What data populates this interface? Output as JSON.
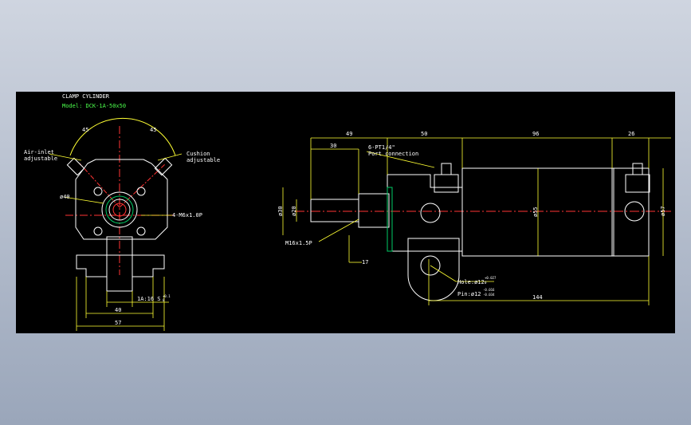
{
  "title_block": {
    "title": "CLAMP CYLINDER",
    "model": "Model: DCK-1A-50x50"
  },
  "front_view": {
    "angle_left": "45",
    "angle_right": "45",
    "label_air_inlet": [
      "Air-inlet",
      "adjustable"
    ],
    "label_cushion": [
      "Cushion",
      "adjustable"
    ],
    "dia_bore": "ø40",
    "thread": "4-M6x1.0P",
    "slot_dim": "1A:16 S",
    "slot_tol_top": "+0.1",
    "slot_tol_bot": "0",
    "width_inner": "40",
    "width_outer": "57"
  },
  "side_view": {
    "dim_49": "49",
    "dim_30": "30",
    "dim_50": "50",
    "dim_96": "96",
    "dim_26": "26",
    "port_label": "6-PT1/4\"",
    "port_caption": "Port connection",
    "dia_30": "ø30",
    "dia_20": "ø20",
    "dia_55": "ø55",
    "dia_57": "ø57",
    "thread_rod": "M16x1.5P",
    "wrench": "17",
    "hole_label": "Hole:ø12",
    "hole_tol": "+0.027",
    "hole_tol0": "0",
    "pin_label": "Pin:ø12",
    "pin_tol": "-0.016",
    "pin_tol2": "-0.034",
    "dim_144": "144"
  },
  "colors": {
    "dimension": "#ffff33",
    "outline": "#ffffff",
    "centerline": "#ff3333",
    "hatch": "#00cc66",
    "model_text": "#4cff4c"
  }
}
